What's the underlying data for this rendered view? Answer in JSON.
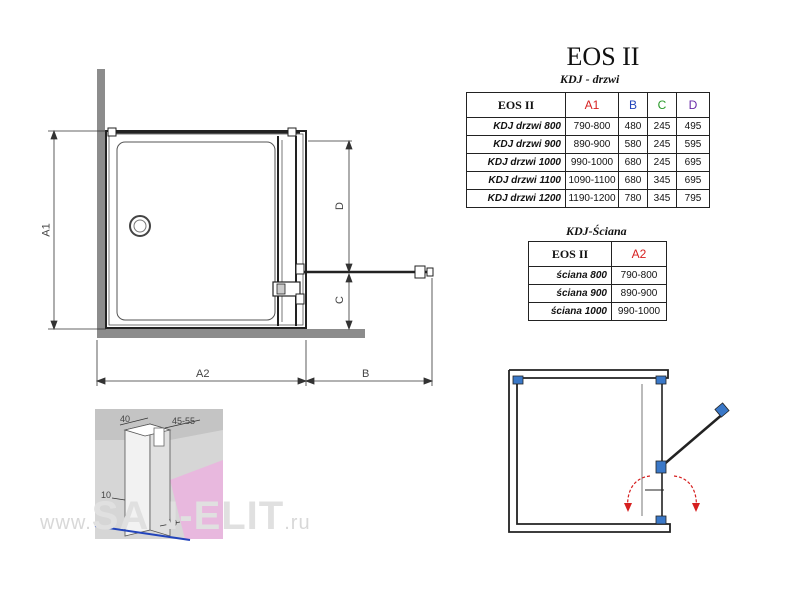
{
  "title": "EOS II",
  "doors_subtitle": "KDJ - drzwi",
  "wall_subtitle": "KDJ-Ściana",
  "doors_table": {
    "headers": [
      "EOS II",
      "A1",
      "B",
      "C",
      "D"
    ],
    "rows": [
      [
        "KDJ drzwi 800",
        "790-800",
        "480",
        "245",
        "495"
      ],
      [
        "KDJ drzwi 900",
        "890-900",
        "580",
        "245",
        "595"
      ],
      [
        "KDJ drzwi 1000",
        "990-1000",
        "680",
        "245",
        "695"
      ],
      [
        "KDJ drzwi 1100",
        "1090-1100",
        "680",
        "345",
        "695"
      ],
      [
        "KDJ drzwi 1200",
        "1190-1200",
        "780",
        "345",
        "795"
      ]
    ]
  },
  "wall_table": {
    "headers": [
      "EOS II",
      "A2"
    ],
    "rows": [
      [
        "ściana 800",
        "790-800"
      ],
      [
        "ściana 900",
        "890-900"
      ],
      [
        "ściana 1000",
        "990-1000"
      ]
    ]
  },
  "dimension_labels": {
    "a1": "A1",
    "a2": "A2",
    "b": "B",
    "c": "C",
    "d": "D"
  },
  "profile_labels": {
    "w40": "40",
    "w45_55": "45-55",
    "w10": "10",
    "w30": "30"
  },
  "watermark": {
    "prefix": "www.",
    "brand": "SAN-ELIT",
    "suffix": ".ru"
  },
  "colors": {
    "red": "#d62020",
    "blue": "#2244bb",
    "green": "#2a9a2a",
    "purple": "#6a2aa8",
    "wall_gray": "#8c8c8c",
    "profile_pink": "#e8b8de",
    "hinge_blue": "#3a78c8"
  }
}
